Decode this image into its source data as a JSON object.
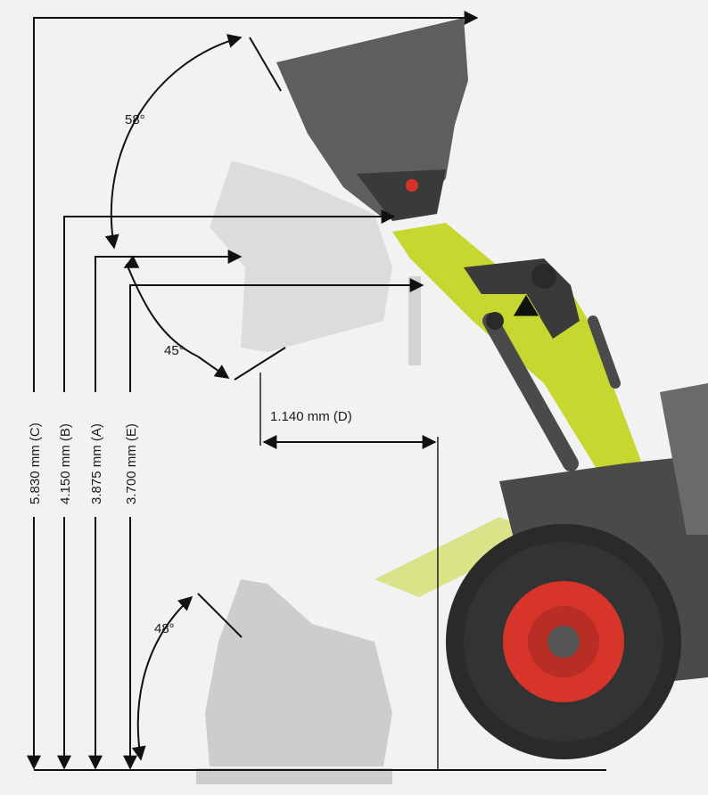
{
  "labels": {
    "angle_top": "58°",
    "angle_mid": "45°",
    "angle_low": "48°",
    "dim_c": "5.830 mm (C)",
    "dim_b": "4.150 mm (B)",
    "dim_a": "3.875 mm (A)",
    "dim_e": "3.700 mm (E)",
    "dim_d": "1.140 mm (D)"
  },
  "colors": {
    "background": "#f2f2f2",
    "boom": "#c6d72f",
    "tire": "#2a2a2a",
    "rim": "#d8352a",
    "bucket": "#5a5a5a",
    "line": "#111111"
  }
}
